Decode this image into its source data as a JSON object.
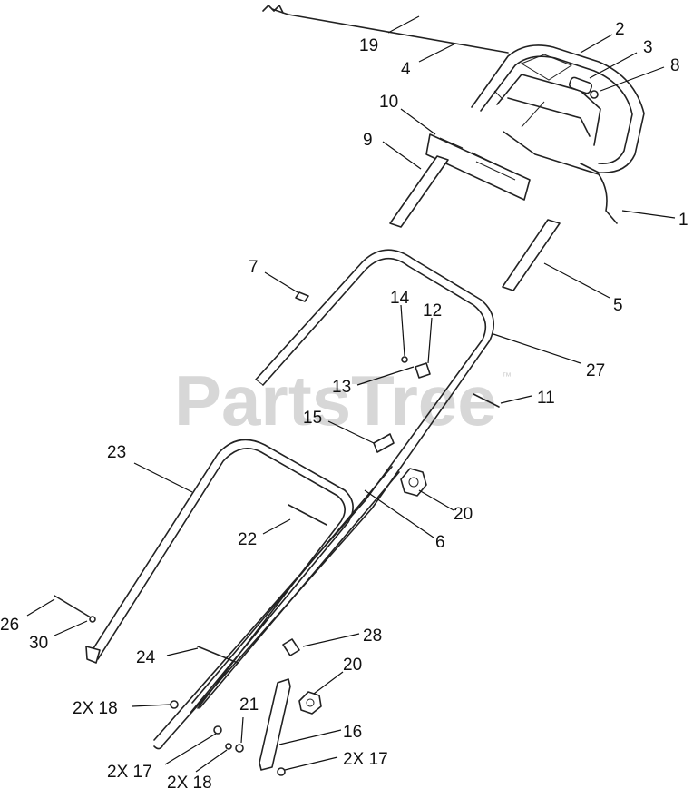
{
  "watermark": {
    "text": "PartsTree",
    "trademark": "™"
  },
  "callouts": [
    {
      "id": "19",
      "text": "19"
    },
    {
      "id": "4",
      "text": "4"
    },
    {
      "id": "2",
      "text": "2"
    },
    {
      "id": "3",
      "text": "3"
    },
    {
      "id": "8",
      "text": "8"
    },
    {
      "id": "10",
      "text": "10"
    },
    {
      "id": "9",
      "text": "9"
    },
    {
      "id": "1",
      "text": "1"
    },
    {
      "id": "7",
      "text": "7"
    },
    {
      "id": "5",
      "text": "5"
    },
    {
      "id": "14",
      "text": "14"
    },
    {
      "id": "12",
      "text": "12"
    },
    {
      "id": "27",
      "text": "27"
    },
    {
      "id": "13",
      "text": "13"
    },
    {
      "id": "11",
      "text": "11"
    },
    {
      "id": "15",
      "text": "15"
    },
    {
      "id": "23",
      "text": "23"
    },
    {
      "id": "20a",
      "text": "20"
    },
    {
      "id": "22",
      "text": "22"
    },
    {
      "id": "6",
      "text": "6"
    },
    {
      "id": "26",
      "text": "26"
    },
    {
      "id": "30",
      "text": "30"
    },
    {
      "id": "28",
      "text": "28"
    },
    {
      "id": "24",
      "text": "24"
    },
    {
      "id": "20b",
      "text": "20"
    },
    {
      "id": "18a",
      "text": "2X 18"
    },
    {
      "id": "21",
      "text": "21"
    },
    {
      "id": "16",
      "text": "16"
    },
    {
      "id": "17a",
      "text": "2X 17"
    },
    {
      "id": "17b",
      "text": "2X 17"
    },
    {
      "id": "18b",
      "text": "2X 18"
    }
  ]
}
